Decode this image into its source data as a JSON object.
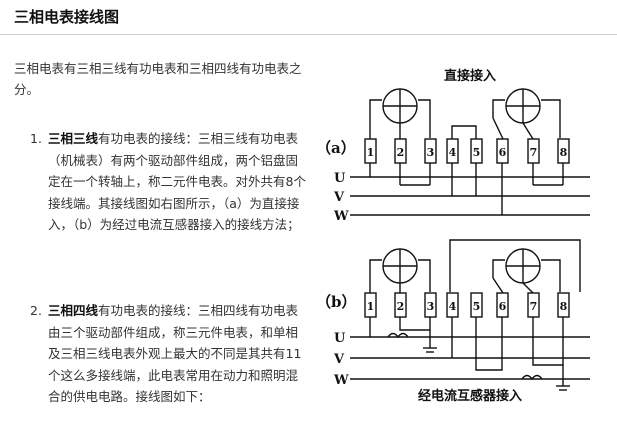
{
  "title": "三相电表接线图",
  "intro": "三相电表有三相三线有功电表和三相四线有功电表之分。",
  "items": [
    {
      "number": "1.",
      "bold": "三相三线",
      "text": "有功电表的接线：三相三线有功电表（机械表）有两个驱动部件组成，两个铝盘固定在一个转轴上，称二元件电表。对外共有8个接线端。其接线图如右图所示，（a）为直接接入，（b）为经过电流互感器接入的接线方法；"
    },
    {
      "number": "2.",
      "bold": "三相四线",
      "text": "有功电表的接线：三相四线有功电表由三个驱动部件组成，称三元件电表，和单相及三相三线电表外观上最大的不同是其共有11个这么多接线端，此电表常用在动力和照明混合的供电电路。接线图如下："
    }
  ],
  "diagram": {
    "top_label": "直接接入",
    "bottom_label": "经电流互感器接入",
    "label_a": "（a）",
    "label_b": "（b）",
    "terminals": [
      "1",
      "2",
      "3",
      "4",
      "5",
      "6",
      "7",
      "8"
    ],
    "phases": [
      "U",
      "V",
      "W"
    ]
  }
}
